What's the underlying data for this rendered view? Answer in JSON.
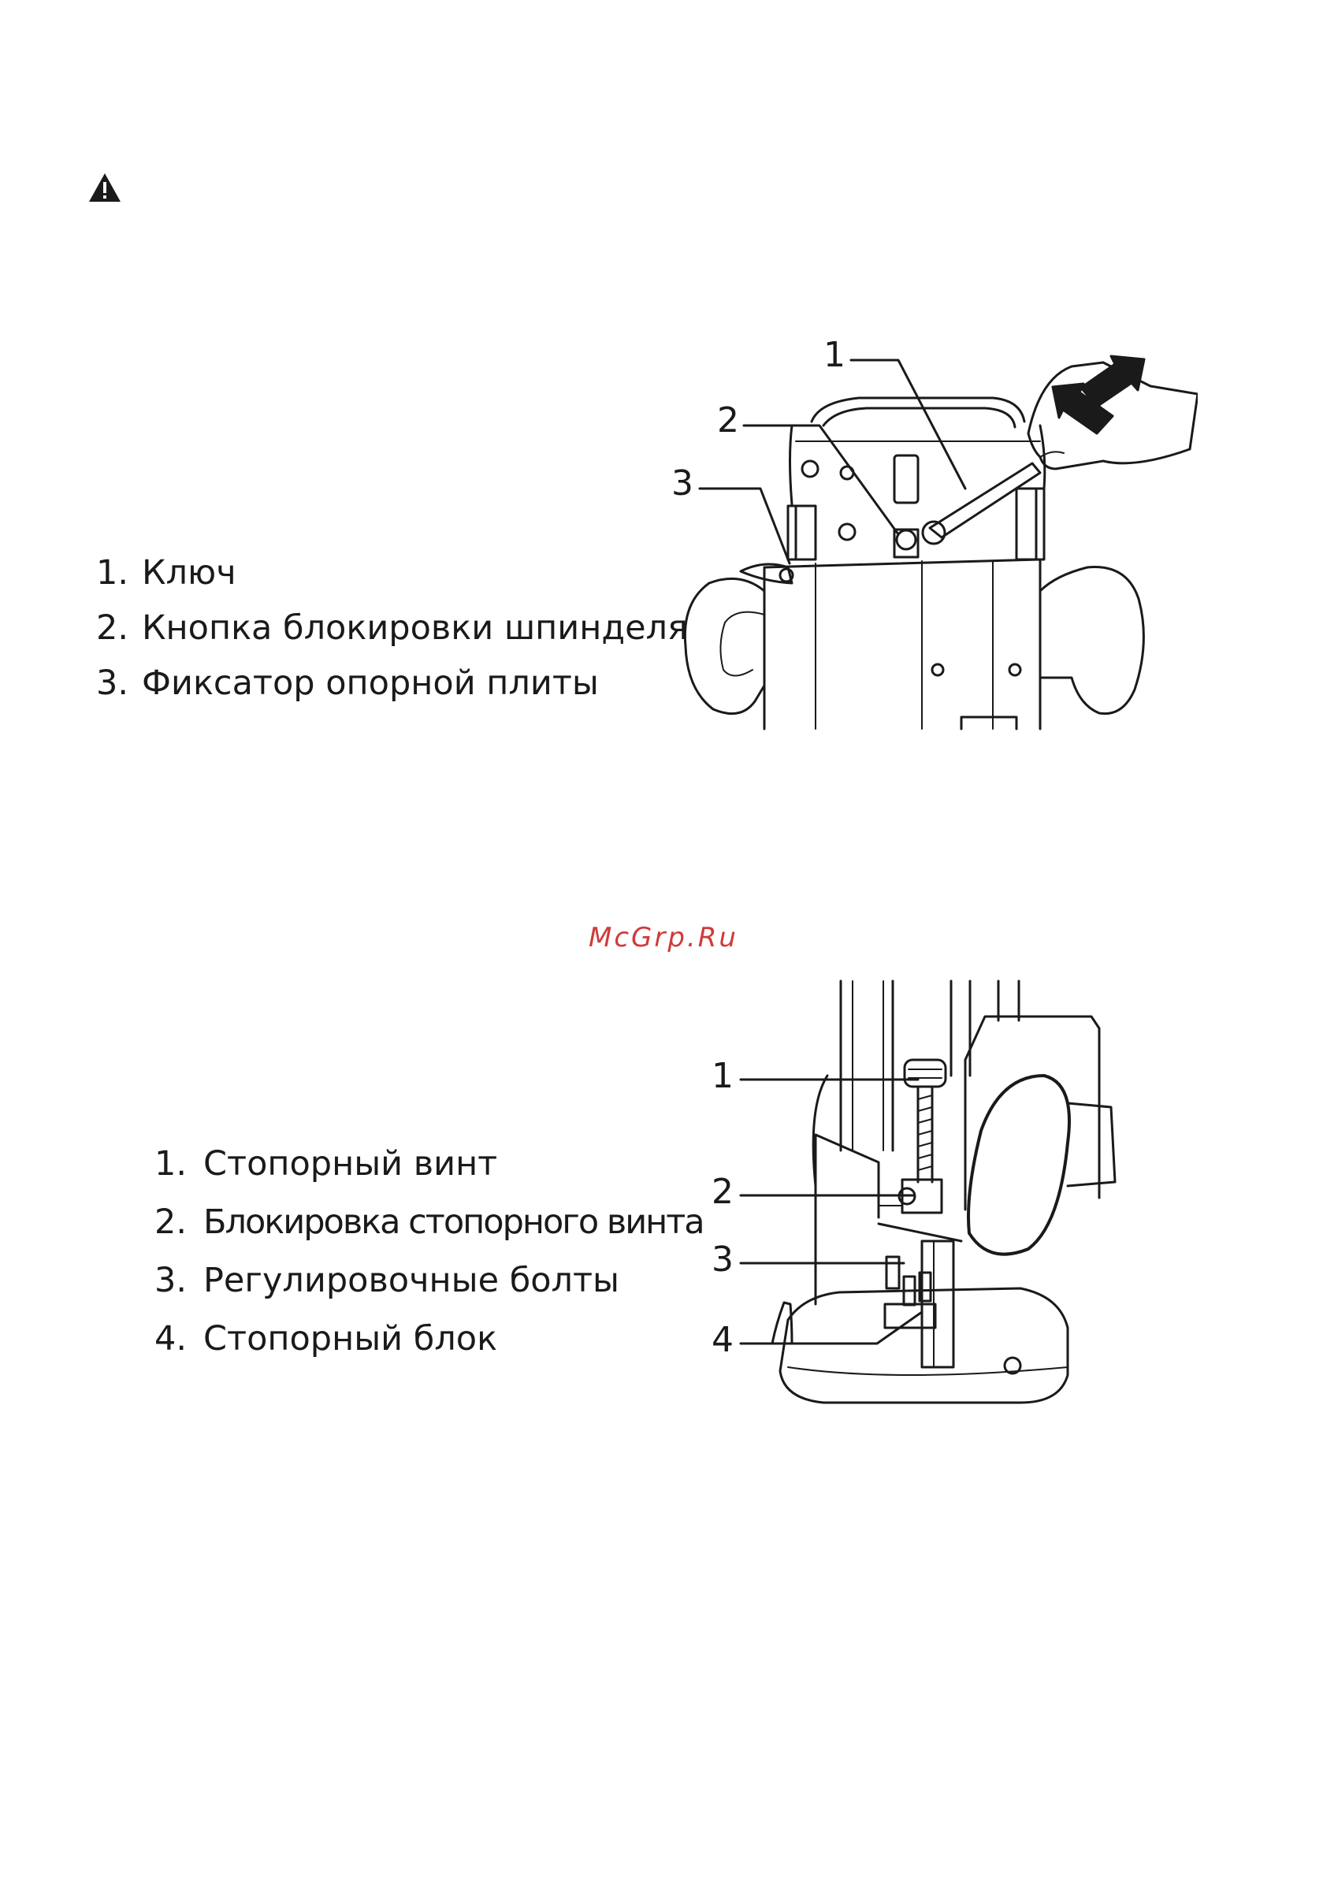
{
  "section_1": {
    "legend": [
      {
        "num": "1.",
        "label": "Ключ"
      },
      {
        "num": "2.",
        "label": "Кнопка блокировки шпинделя"
      },
      {
        "num": "3.",
        "label": "Фиксатор опорной плиты"
      }
    ],
    "callouts": [
      "1",
      "2",
      "3"
    ]
  },
  "watermark": "McGrp.Ru",
  "section_2": {
    "legend": [
      {
        "num": "1.",
        "label": "Стопорный винт"
      },
      {
        "num": "2.",
        "label": "Блокировка стопорного винта"
      },
      {
        "num": "3.",
        "label": "Регулировочные болты"
      },
      {
        "num": "4.",
        "label": "Стопорный блок"
      }
    ],
    "callouts": [
      "1",
      "2",
      "3",
      "4"
    ]
  }
}
